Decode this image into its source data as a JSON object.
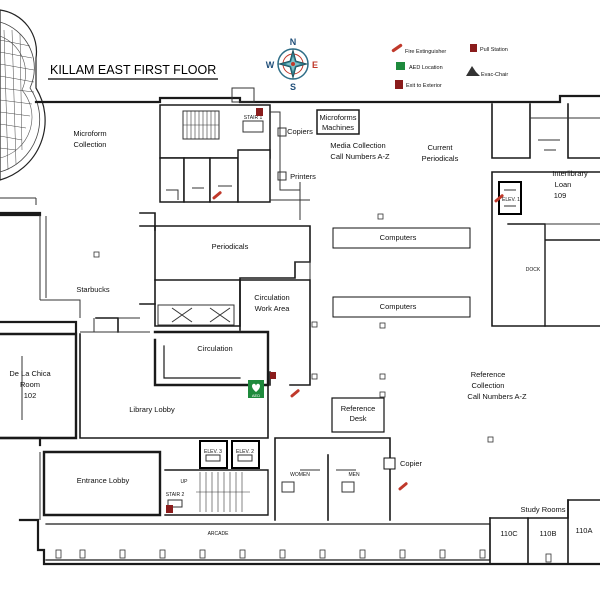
{
  "title": "KILLAM EAST FIRST FLOOR",
  "compass": {
    "n": "N",
    "s": "S",
    "e": "E",
    "w": "W"
  },
  "legend": {
    "fire_extinguisher": "Fire Extinguisher",
    "pull_station": "Pull Station",
    "aed": "AED Location",
    "evac_chair": "Evac-Chair",
    "exit": "Exit to Exterior"
  },
  "rooms": {
    "microform_1": "Microform",
    "microform_2": "Collection",
    "copiers_top": "Copiers",
    "microforms_machines_1": "Microforms",
    "microforms_machines_2": "Machines",
    "media_1": "Media Collection",
    "media_2": "Call Numbers A-Z",
    "current_periodicals_1": "Current",
    "current_periodicals_2": "Periodicals",
    "printers": "Printers",
    "interlibrary_1": "Interlibrary",
    "interlibrary_2": "Loan",
    "interlibrary_num": "109",
    "periodicals": "Periodicals",
    "computers_1": "Computers",
    "computers_2": "Computers",
    "starbucks": "Starbucks",
    "circ_work_1": "Circulation",
    "circ_work_2": "Work Area",
    "circulation": "Circulation",
    "dock": "DOCK",
    "de_la_chica_1": "De La Chica",
    "de_la_chica_2": "Room",
    "de_la_chica_num": "102",
    "library_lobby": "Library Lobby",
    "reference_1": "Reference",
    "reference_2": "Collection",
    "reference_3": "Call Numbers A-Z",
    "reference_desk_1": "Reference",
    "reference_desk_2": "Desk",
    "copier_bottom": "Copier",
    "entrance_lobby": "Entrance Lobby",
    "study_rooms": "Study Rooms",
    "room_110c": "110C",
    "room_110b": "110B",
    "room_110a": "110A",
    "arcade": "ARCADE",
    "women": "WOMEN",
    "men": "MEN",
    "stair_1": "STAIR 1",
    "stair_2": "STAIR 2",
    "elev_1": "ELEV. 1",
    "elev_2": "ELEV. 2",
    "elev_3": "ELEV. 3",
    "aed_tag": "AED"
  }
}
